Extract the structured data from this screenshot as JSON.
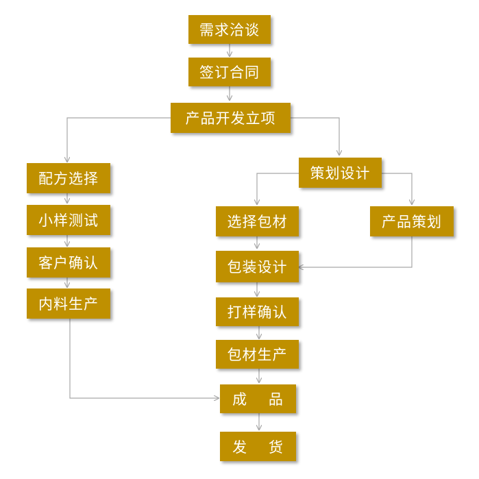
{
  "accent_color": "#bf9000",
  "connector_color": "#a6a6a6",
  "steps": {
    "demand_negotiation": "需求洽谈",
    "sign_contract": "签订合同",
    "product_project": "产品开发立项",
    "formula_selection": "配方选择",
    "sample_test": "小样测试",
    "customer_confirm": "客户确认",
    "content_production": "内料生产",
    "planning_design": "策划设计",
    "select_packaging": "选择包材",
    "product_planning": "产品策划",
    "packaging_design": "包装设计",
    "proof_confirm": "打样确认",
    "packaging_production": "包材生产",
    "finished_product": "成    品",
    "shipping": "发    货"
  }
}
